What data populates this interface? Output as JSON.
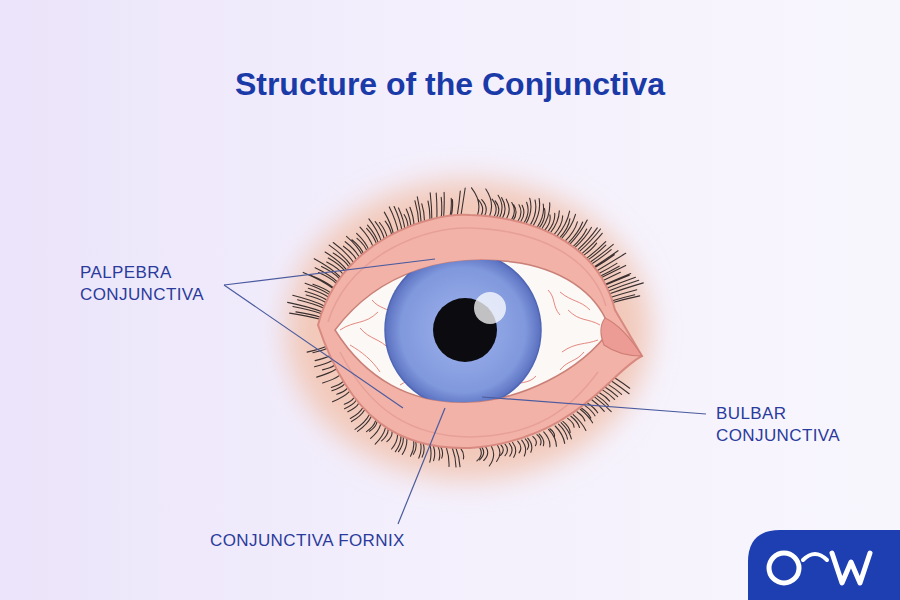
{
  "diagram": {
    "title": "Structure of the Conjunctiva",
    "labels": [
      "PALPEBRA CONJUNCTIVA",
      "BULBAR CONJUNCTIVA",
      "CONJUNCTIVA FORNIX"
    ]
  }
}
